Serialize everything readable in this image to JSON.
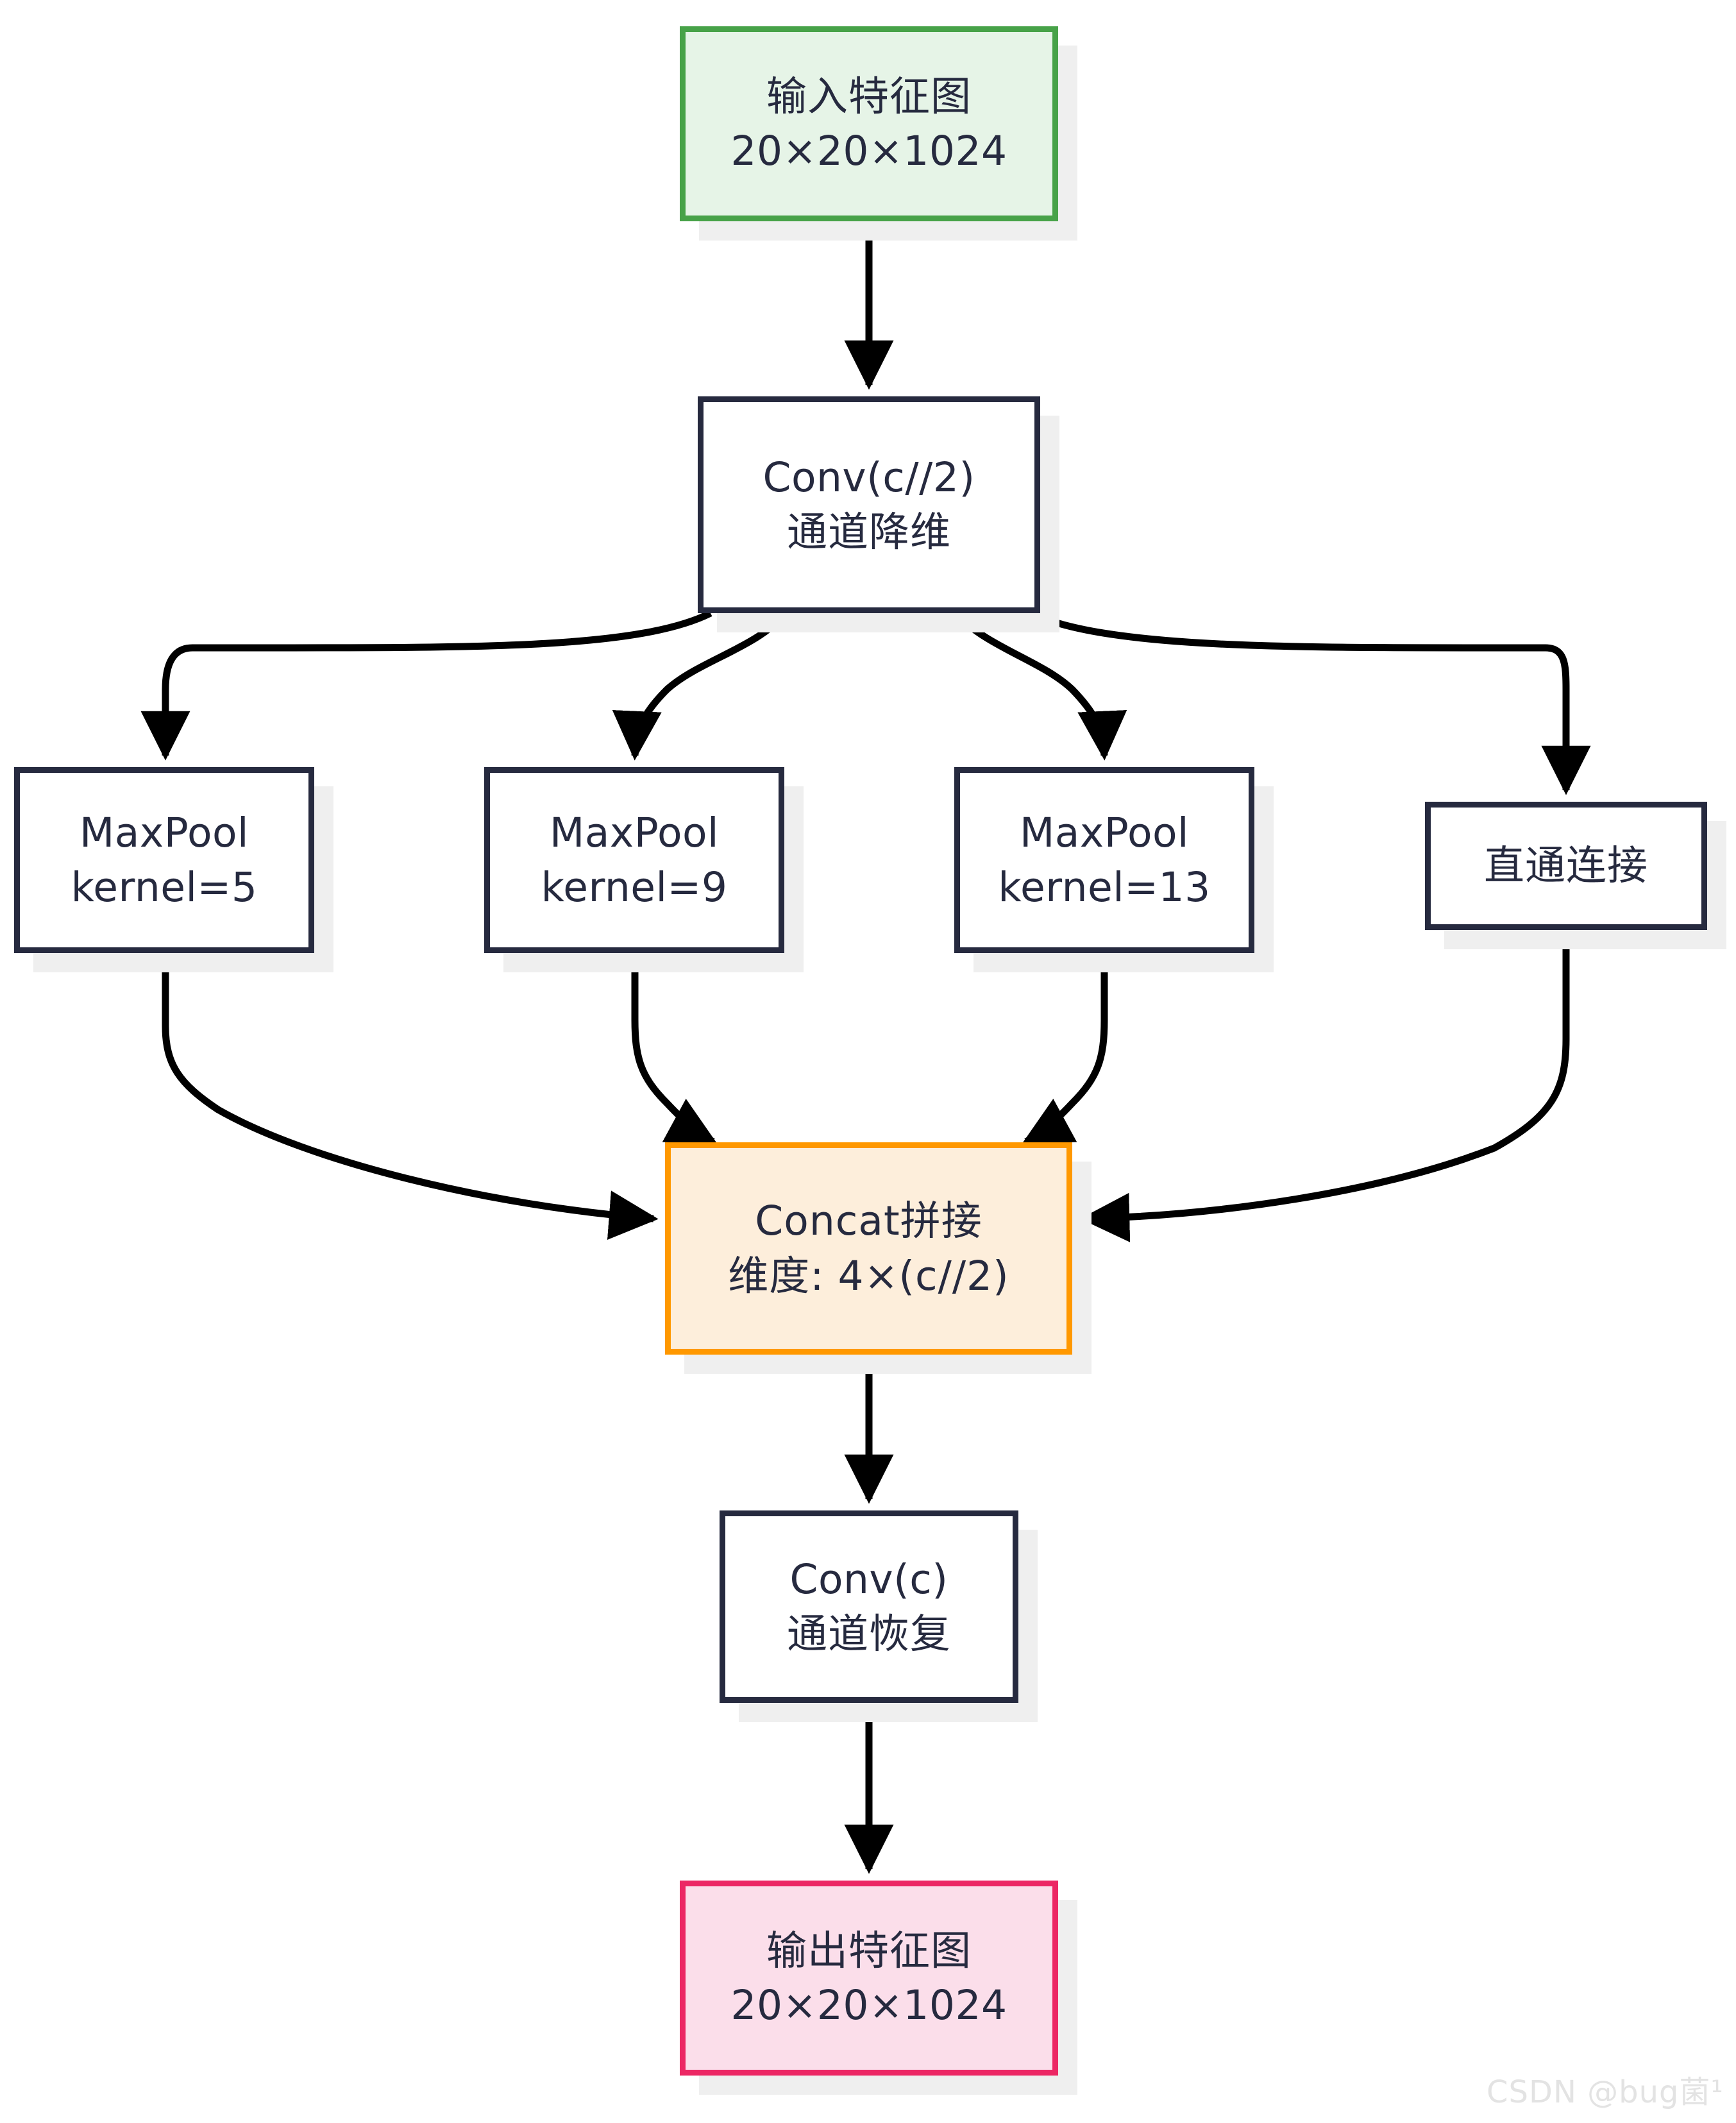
{
  "diagram": {
    "type": "flowchart",
    "direction": "top-to-bottom",
    "title": "SPPF / SPP module flowchart",
    "colors": {
      "node_border": "#262a3f",
      "node_fill": "#ffffff",
      "input_border": "#47a248",
      "input_fill": "#e6f4e7",
      "output_border": "#ec2764",
      "output_fill": "#fbdeea",
      "concat_border": "#ff9800",
      "concat_fill": "#fdeedb",
      "edge": "#000000",
      "shadow": "#efefef",
      "watermark": "#e3e3e3"
    },
    "nodes": [
      {
        "id": "input",
        "style": "green",
        "line1": "输入特征图",
        "line2": "20×20×1024"
      },
      {
        "id": "conv1",
        "style": "plain",
        "line1": "Conv(c//2)",
        "line2": "通道降维"
      },
      {
        "id": "mp5",
        "style": "plain",
        "line1": "MaxPool",
        "line2": "kernel=5"
      },
      {
        "id": "mp9",
        "style": "plain",
        "line1": "MaxPool",
        "line2": "kernel=9"
      },
      {
        "id": "mp13",
        "style": "plain",
        "line1": "MaxPool",
        "line2": "kernel=13"
      },
      {
        "id": "skip",
        "style": "plain",
        "line1": "直通连接",
        "line2": ""
      },
      {
        "id": "concat",
        "style": "orange",
        "line1": "Concat拼接",
        "line2": "维度: 4×(c//2)"
      },
      {
        "id": "conv2",
        "style": "plain",
        "line1": "Conv(c)",
        "line2": "通道恢复"
      },
      {
        "id": "output",
        "style": "pink",
        "line1": "输出特征图",
        "line2": "20×20×1024"
      }
    ],
    "edges": [
      {
        "from": "input",
        "to": "conv1"
      },
      {
        "from": "conv1",
        "to": "mp5"
      },
      {
        "from": "conv1",
        "to": "mp9"
      },
      {
        "from": "conv1",
        "to": "mp13"
      },
      {
        "from": "conv1",
        "to": "skip"
      },
      {
        "from": "mp5",
        "to": "concat"
      },
      {
        "from": "mp9",
        "to": "concat"
      },
      {
        "from": "mp13",
        "to": "concat"
      },
      {
        "from": "skip",
        "to": "concat"
      },
      {
        "from": "concat",
        "to": "conv2"
      },
      {
        "from": "conv2",
        "to": "output"
      }
    ]
  },
  "watermark": {
    "text": "CSDN @bug菌¹"
  }
}
